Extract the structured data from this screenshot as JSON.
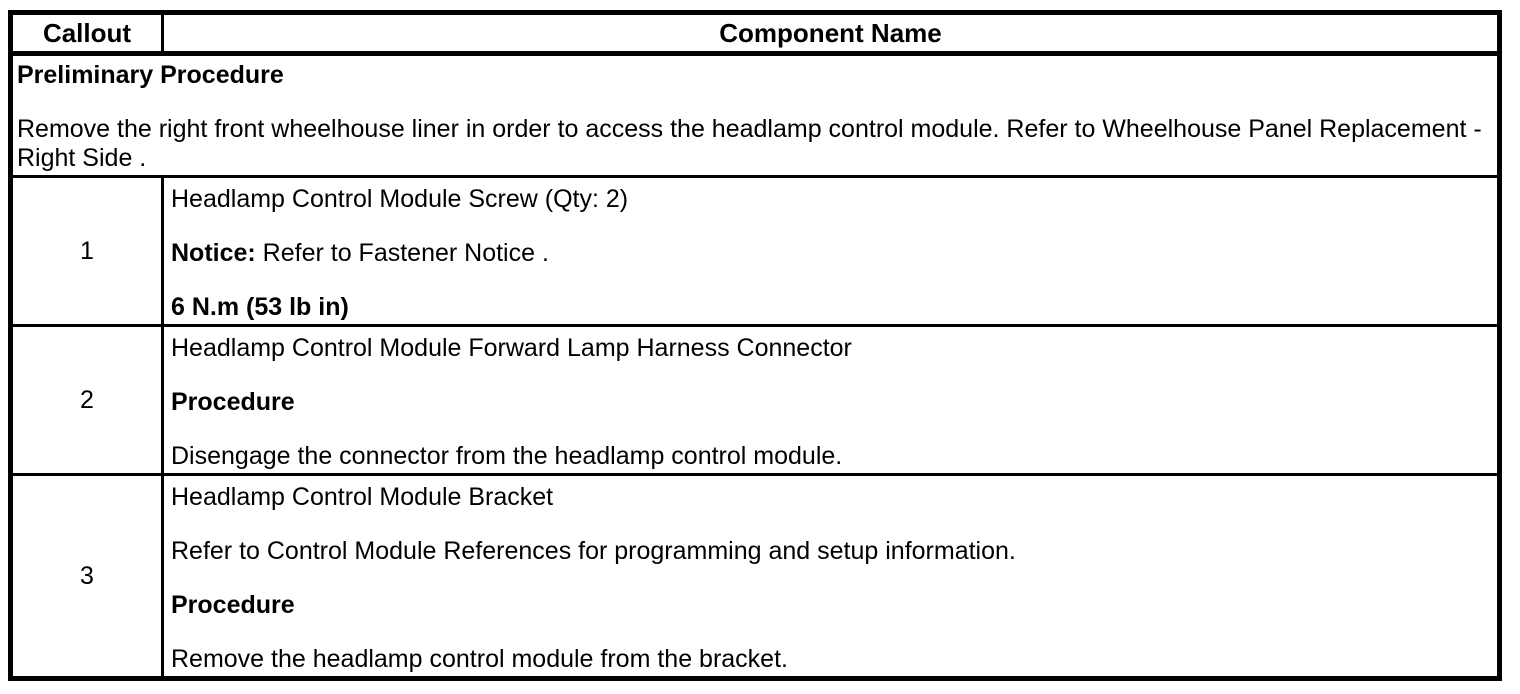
{
  "colors": {
    "background": "#ffffff",
    "text": "#000000",
    "border": "#000000"
  },
  "table": {
    "header": {
      "callout": "Callout",
      "component": "Component Name"
    },
    "preliminary": {
      "title": "Preliminary Procedure",
      "body": "Remove the right front wheelhouse liner in order to access the headlamp control module. Refer to Wheelhouse Panel Replacement - Right Side ."
    },
    "rows": [
      {
        "callout": "1",
        "name": "Headlamp Control Module Screw (Qty: 2)",
        "notice_label": "Notice:",
        "notice_body": " Refer to Fastener Notice .",
        "torque": "6 N.m (53 lb in)"
      },
      {
        "callout": "2",
        "name": "Headlamp Control Module Forward Lamp Harness Connector",
        "procedure_label": "Procedure",
        "procedure_text": "Disengage the connector from the headlamp control module."
      },
      {
        "callout": "3",
        "name": "Headlamp Control Module Bracket",
        "reference_text": "Refer to Control Module References for programming and setup information.",
        "procedure_label": "Procedure",
        "procedure_text": "Remove the headlamp control module from the bracket."
      }
    ]
  }
}
